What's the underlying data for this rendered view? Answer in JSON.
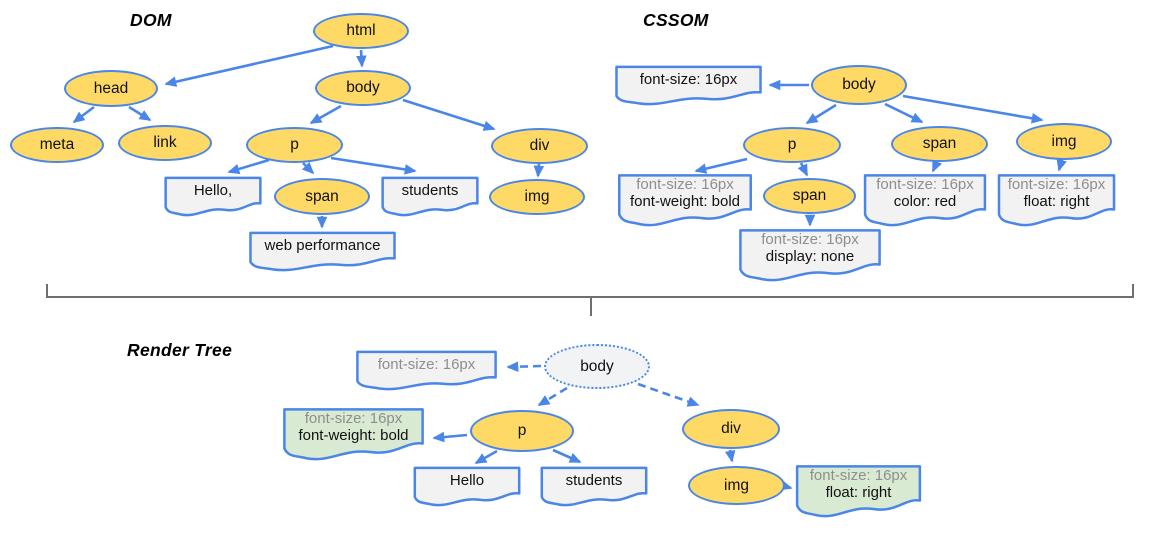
{
  "colors": {
    "node_fill": "#ffd966",
    "outline_blue": "#4a86e8",
    "doc_fill": "#f2f2f2",
    "green_fill": "#d9ead3",
    "muted_text": "#8e8e8e",
    "render_body_fill": "#f1f3f4",
    "brace_gray": "#6f6f6f"
  },
  "dom": {
    "title": "DOM",
    "nodes": {
      "html": "html",
      "head": "head",
      "body": "body",
      "meta": "meta",
      "link": "link",
      "p": "p",
      "span": "span",
      "div": "div",
      "img": "img"
    },
    "texts": {
      "hello": "Hello,",
      "students": "students",
      "webperf": "web performance"
    }
  },
  "cssom": {
    "title": "CSSOM",
    "nodes": {
      "body": "body",
      "p": "p",
      "span_red": "span",
      "span_none": "span",
      "img": "img"
    },
    "rules": {
      "body": {
        "l1": "font-size: 16px"
      },
      "p": {
        "l1": "font-size: 16px",
        "l2": "font-weight: bold"
      },
      "span_red": {
        "l1": "font-size: 16px",
        "l2": "color: red"
      },
      "span_none": {
        "l1": "font-size: 16px",
        "l2": "display: none"
      },
      "img": {
        "l1": "font-size: 16px",
        "l2": "float: right"
      }
    }
  },
  "render": {
    "title": "Render Tree",
    "nodes": {
      "body": "body",
      "p": "p",
      "div": "div",
      "img": "img"
    },
    "texts": {
      "hello": "Hello",
      "students": "students"
    },
    "rules": {
      "body": {
        "l1": "font-size: 16px"
      },
      "p": {
        "l1": "font-size: 16px",
        "l2": "font-weight: bold"
      },
      "img": {
        "l1": "font-size: 16px",
        "l2": "float: right"
      }
    }
  }
}
